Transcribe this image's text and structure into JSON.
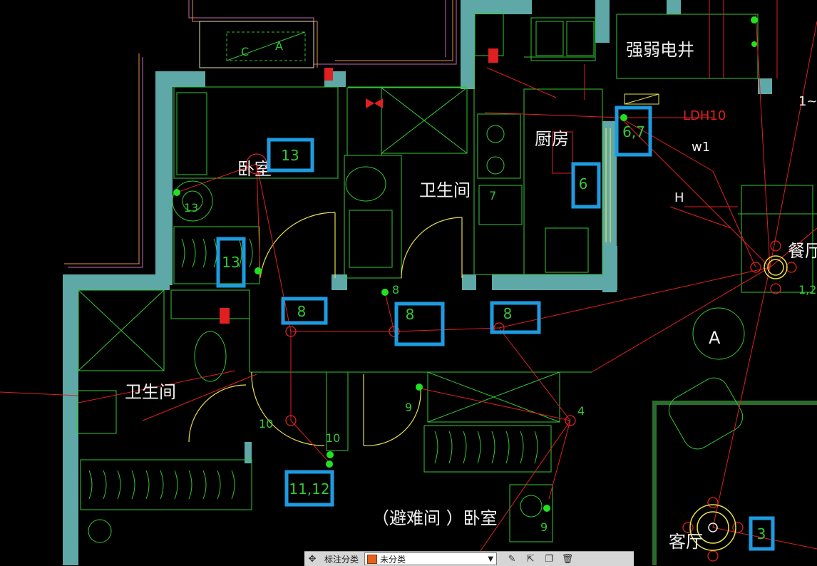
{
  "rooms": [
    {
      "id": "weak-strong-shaft",
      "text": "强弱电井"
    },
    {
      "id": "bedroom-top",
      "text": "卧室"
    },
    {
      "id": "bathroom-center",
      "text": "卫生间"
    },
    {
      "id": "kitchen",
      "text": "厨房"
    },
    {
      "id": "dining",
      "text": "餐厅"
    },
    {
      "id": "bathroom-left",
      "text": "卫生间"
    },
    {
      "id": "shelter-bedroom",
      "text": "（避难间    ）卧室"
    },
    {
      "id": "living",
      "text": "客厅"
    }
  ],
  "markers": {
    "ldh10": "LDH10",
    "w1": "w1",
    "h": "H",
    "axis_a": "A",
    "edge_1": "1~",
    "edge_12": "1,2",
    "c": "C",
    "a_small": "A"
  },
  "tags": [
    "13",
    "13",
    "8",
    "8",
    "8",
    "6",
    "6,7",
    "11,12",
    "3"
  ],
  "numbers": [
    "13",
    "8",
    "10",
    "10",
    "9",
    "4",
    "9",
    "7"
  ],
  "colors": {
    "background": "#000000",
    "wall": "#5fa8a8",
    "line_green": "#34c734",
    "line_red": "#e02020",
    "line_yellow": "#e8e04a",
    "tag_blue": "#1e9be0",
    "node_green": "#22e022"
  },
  "toolbar": {
    "layer_label": "标注分类",
    "layer_value": "未分类",
    "icons": [
      "pan-icon",
      "edit-icon",
      "move-icon",
      "copy-icon",
      "delete-icon"
    ]
  }
}
